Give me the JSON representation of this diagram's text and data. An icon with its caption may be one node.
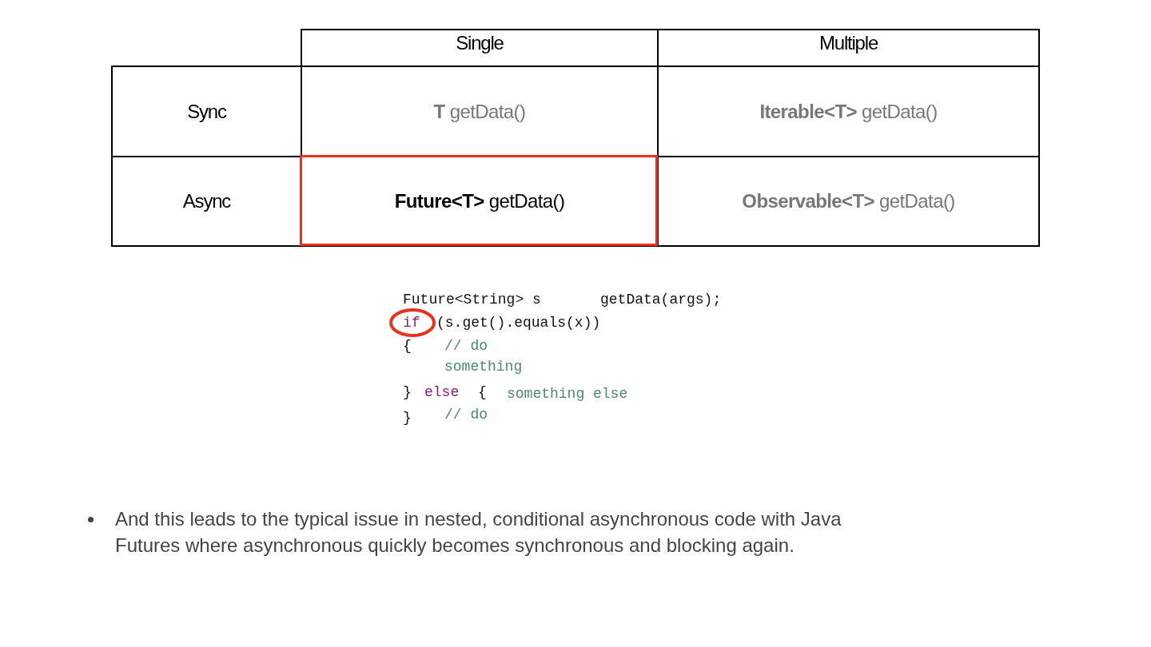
{
  "diagram": {
    "labels": [
      "Single",
      "Multiple",
      "Sync",
      "**T** getData()",
      "**Iterable<T>** getData()",
      "Async",
      "**Future<T>** getData()",
      "**Observable<T>** getData()",
      "Future<String> s",
      "getData(args);",
      "if",
      "(s.get().equals(x))",
      "{",
      "// do something",
      "}",
      "else",
      "{",
      "something else",
      "}",
      "// do",
      "And this leads to the typical issue in nested, conditional asynchronous code with Java Futures where asynchronous quickly becomes synchronous and blocking again."
    ]
  }
}
